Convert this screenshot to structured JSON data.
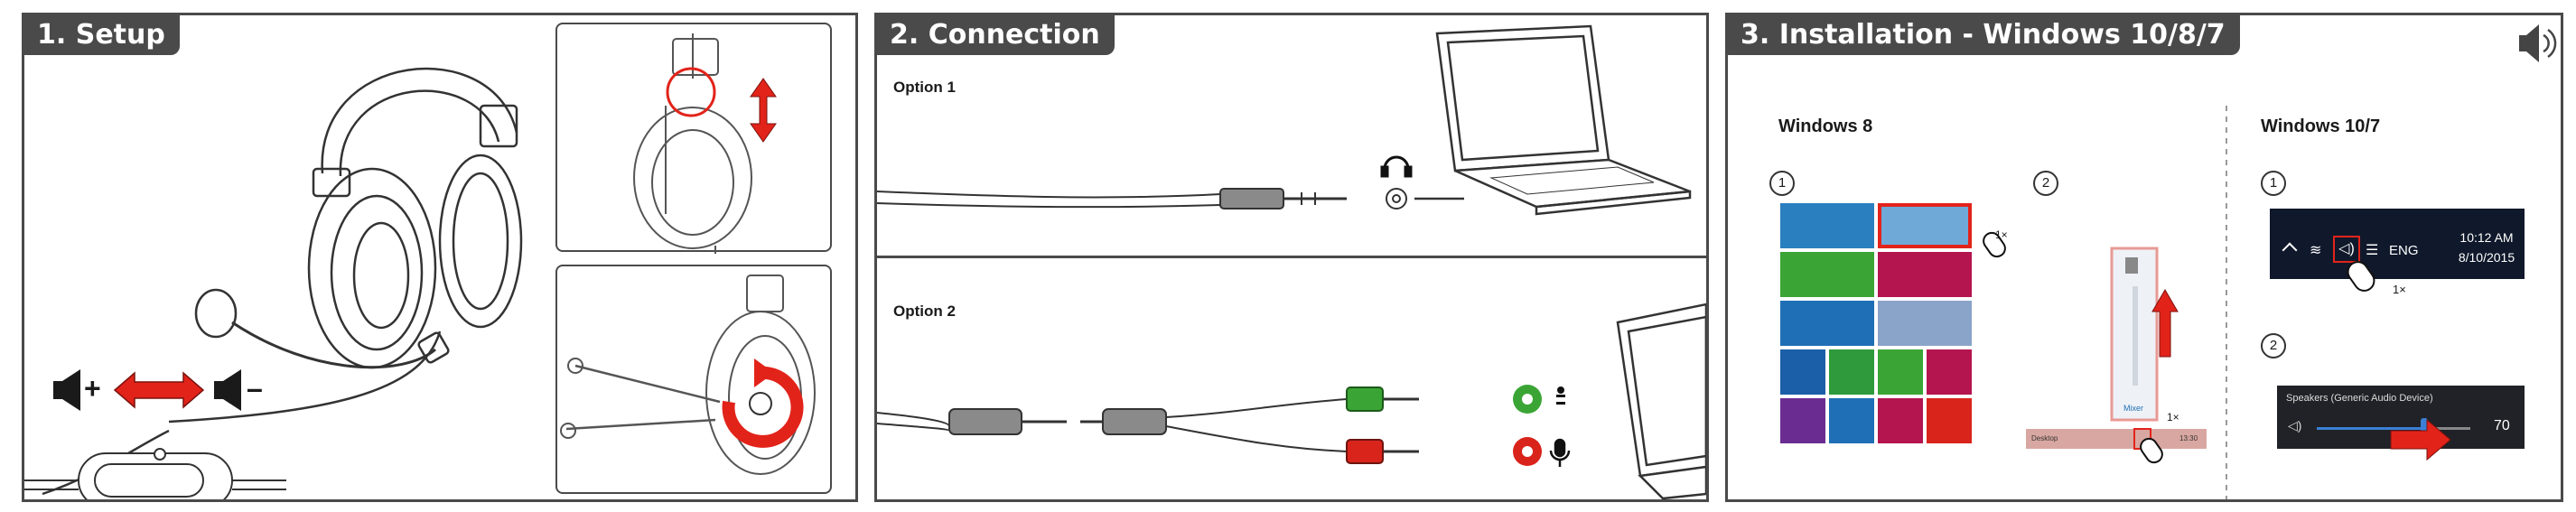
{
  "setup": {
    "title": "1. Setup",
    "volume_up_sign": "+",
    "volume_down_sign": "–"
  },
  "connection": {
    "title": "2. Connection",
    "option1": "Option 1",
    "option2": "Option 2"
  },
  "installation": {
    "title": "3. Installation - Windows 10/8/7",
    "win8": {
      "heading": "Windows 8",
      "step1": "1",
      "step2": "2",
      "click1": "1×",
      "click2": "1×",
      "mixer_label": "Mixer",
      "taskbar_label": "Desktop",
      "taskbar_time": "13:30"
    },
    "win107": {
      "heading": "Windows 10/7",
      "step1": "1",
      "step2": "2",
      "click": "1×",
      "tray_lang": "ENG",
      "tray_time": "10:12 AM",
      "tray_date": "8/10/2015",
      "device_label": "Speakers (Generic Audio Device)",
      "volume_value": "70"
    }
  },
  "colors": {
    "panel_border": "#4a4a4a",
    "accent_red": "#e2231a",
    "jack_green": "#3aa535",
    "jack_red": "#d9241b"
  }
}
